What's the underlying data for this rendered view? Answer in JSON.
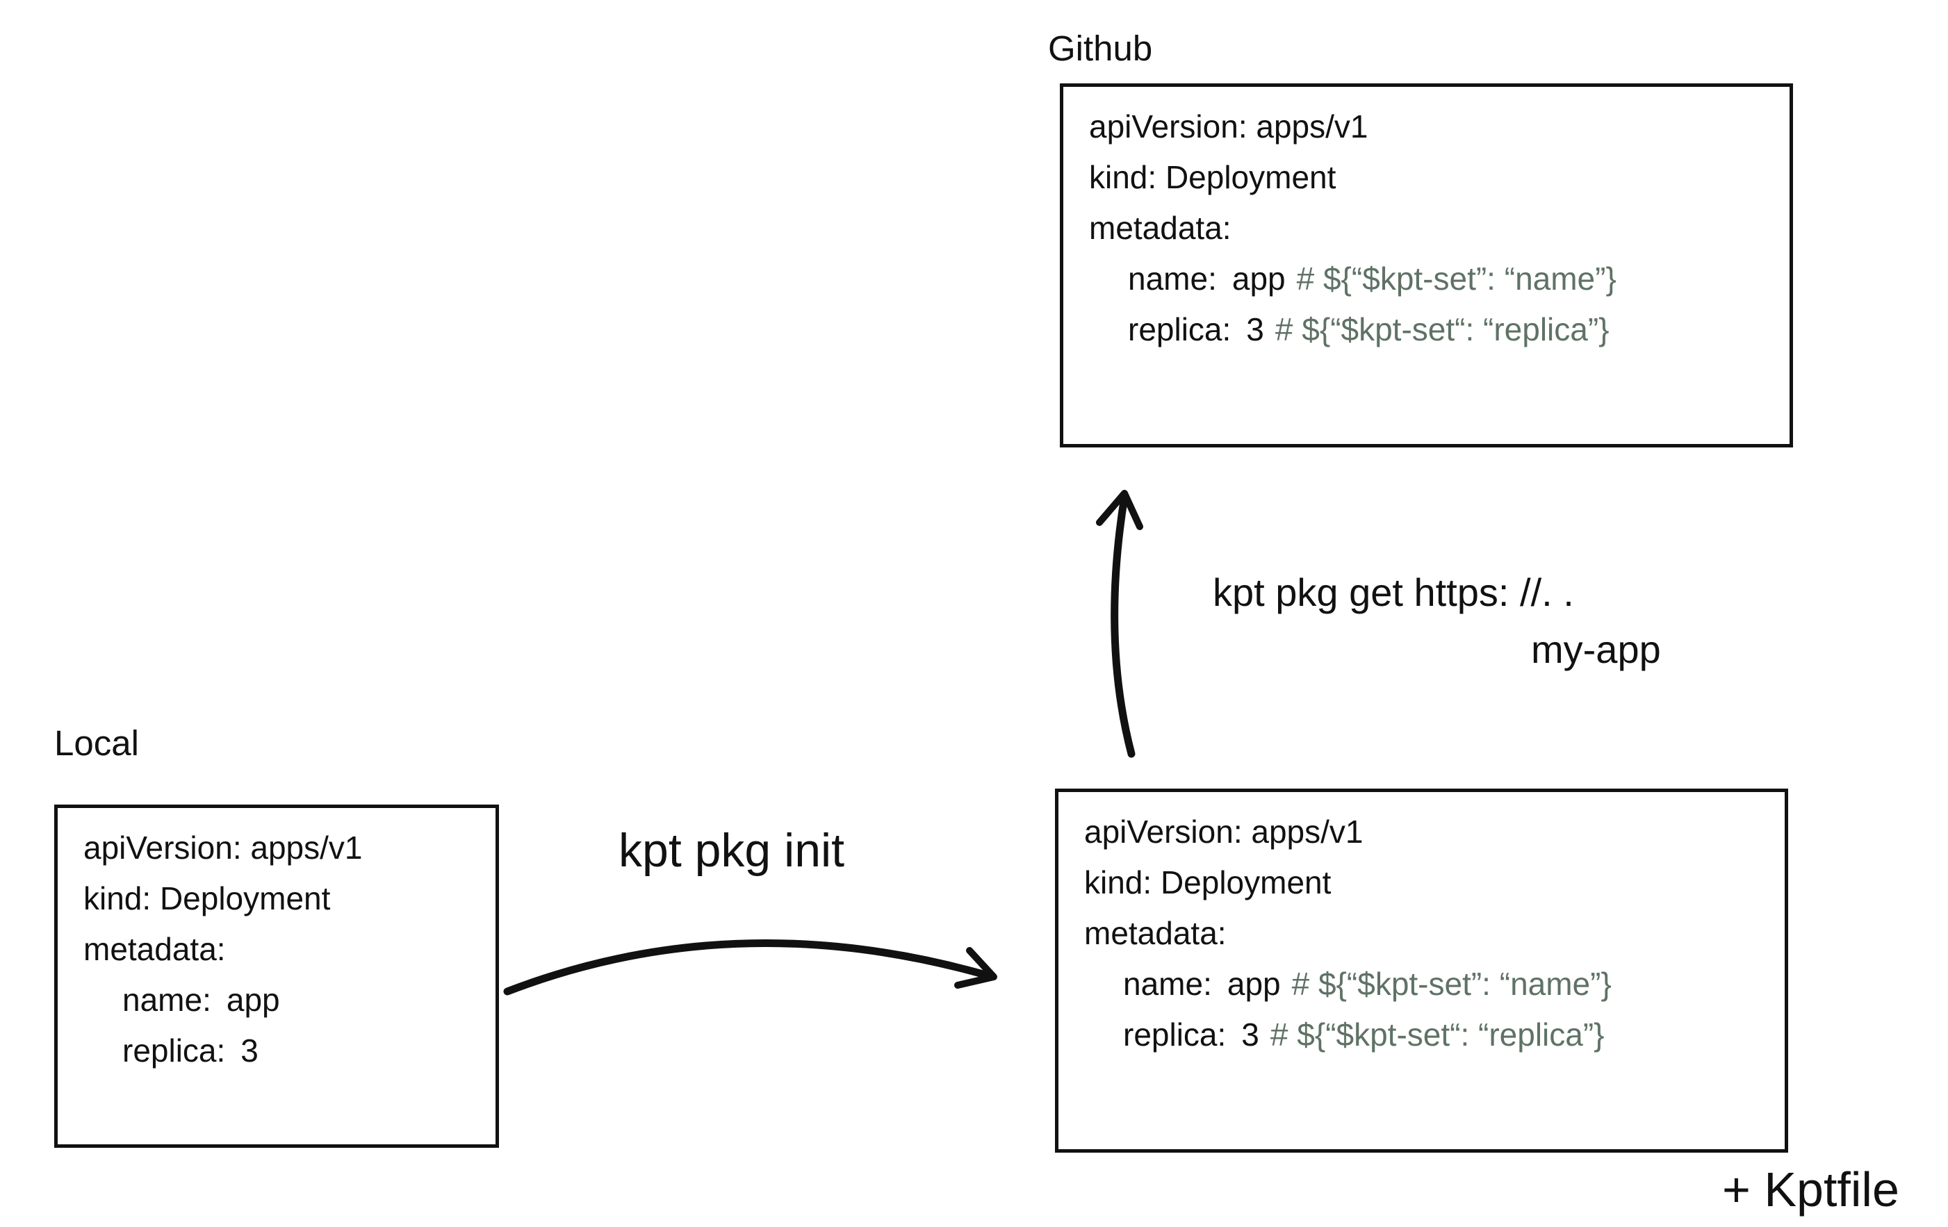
{
  "local": {
    "title": "Local",
    "lines": {
      "api": "apiVersion:  apps/v1",
      "kind": "kind: Deployment",
      "metadata": "metadata:",
      "name_key": "name:",
      "name_val": "app",
      "replica_key": "replica:",
      "replica_val": "3"
    }
  },
  "middle": {
    "lines": {
      "api": "apiVersion:  apps/v1",
      "kind": "kind: Deployment",
      "metadata": "metadata:",
      "name_key": "name:",
      "name_val": "app",
      "name_comment": "# ${“$kpt-set”: “name”}",
      "replica_key": "replica:",
      "replica_val": "3",
      "replica_comment": "# ${“$kpt-set“: “replica”}"
    },
    "footer": "+ Kptfile"
  },
  "github": {
    "title": "Github",
    "lines": {
      "api": "apiVersion:  apps/v1",
      "kind": "kind: Deployment",
      "metadata": "metadata:",
      "name_key": "name:",
      "name_val": "app",
      "name_comment": "# ${“$kpt-set”: “name”}",
      "replica_key": "replica:",
      "replica_val": "3",
      "replica_comment": "# ${“$kpt-set“: “replica”}"
    }
  },
  "commands": {
    "init": "kpt pkg init",
    "get_line1": "kpt pkg get https: //. .",
    "get_line2": "my-app"
  },
  "colors": {
    "ink": "#111111",
    "comment": "#5f7265"
  }
}
